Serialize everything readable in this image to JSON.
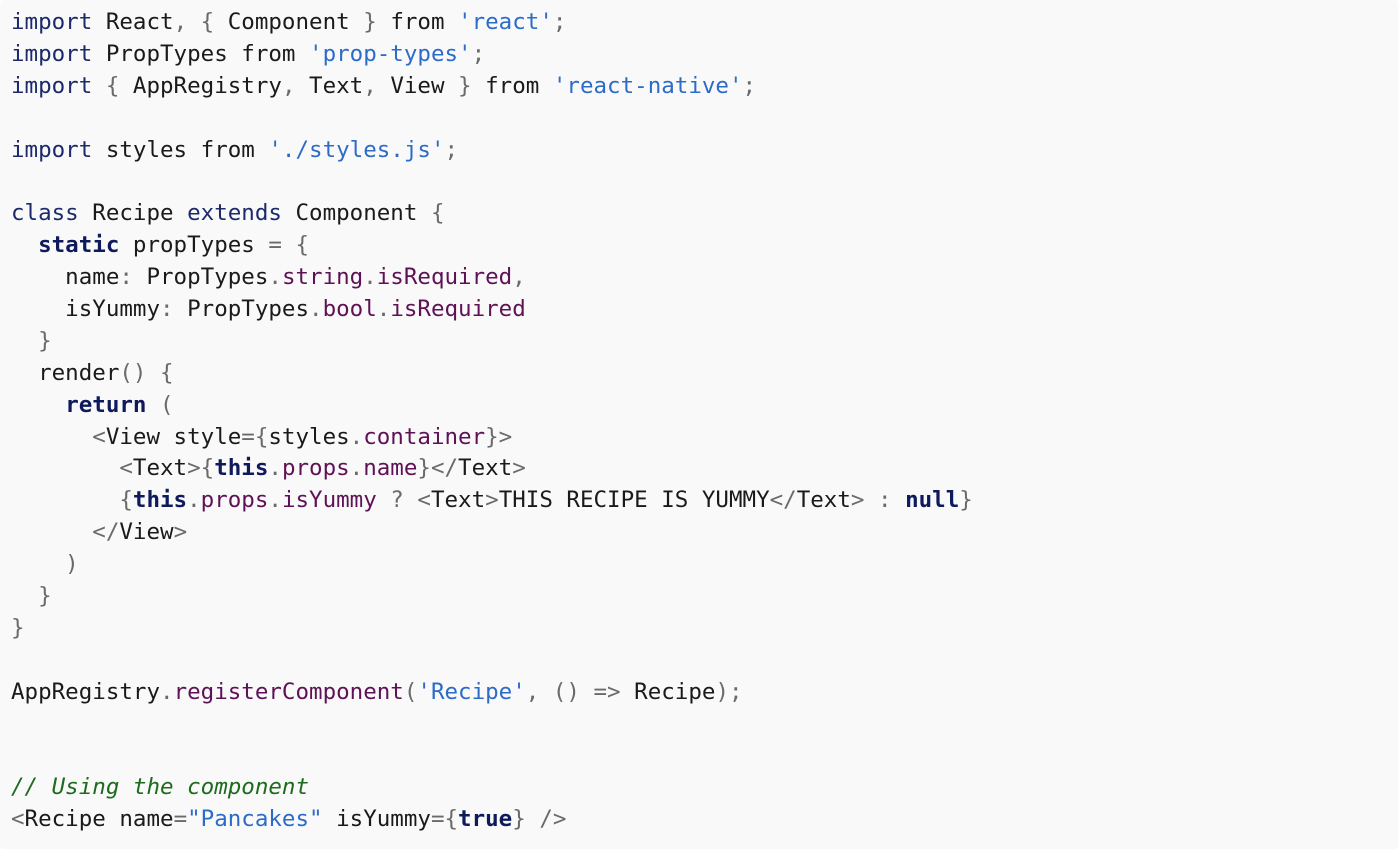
{
  "colors": {
    "background": "#f9f9fa",
    "keyword": "#1c2a6b",
    "keyword_bold": "#0f1a5c",
    "string": "#2c6bc8",
    "property": "#5e1255",
    "punctuation": "#6a6a6a",
    "plain": "#1a1a1a",
    "comment": "#1e6b1e"
  },
  "code": {
    "language": "javascript",
    "lines": [
      [
        {
          "t": "kw",
          "v": "import"
        },
        {
          "t": "plain",
          "v": " React"
        },
        {
          "t": "punc",
          "v": ", { "
        },
        {
          "t": "plain",
          "v": "Component"
        },
        {
          "t": "punc",
          "v": " } "
        },
        {
          "t": "plain",
          "v": "from "
        },
        {
          "t": "str",
          "v": "'react'"
        },
        {
          "t": "punc",
          "v": ";"
        }
      ],
      [
        {
          "t": "kw",
          "v": "import"
        },
        {
          "t": "plain",
          "v": " PropTypes from "
        },
        {
          "t": "str",
          "v": "'prop-types'"
        },
        {
          "t": "punc",
          "v": ";"
        }
      ],
      [
        {
          "t": "kw",
          "v": "import"
        },
        {
          "t": "punc",
          "v": " { "
        },
        {
          "t": "plain",
          "v": "AppRegistry"
        },
        {
          "t": "punc",
          "v": ", "
        },
        {
          "t": "plain",
          "v": "Text"
        },
        {
          "t": "punc",
          "v": ", "
        },
        {
          "t": "plain",
          "v": "View"
        },
        {
          "t": "punc",
          "v": " } "
        },
        {
          "t": "plain",
          "v": "from "
        },
        {
          "t": "str",
          "v": "'react-native'"
        },
        {
          "t": "punc",
          "v": ";"
        }
      ],
      [],
      [
        {
          "t": "kw",
          "v": "import"
        },
        {
          "t": "plain",
          "v": " styles from "
        },
        {
          "t": "str",
          "v": "'./styles.js'"
        },
        {
          "t": "punc",
          "v": ";"
        }
      ],
      [],
      [
        {
          "t": "kw",
          "v": "class"
        },
        {
          "t": "plain",
          "v": " Recipe "
        },
        {
          "t": "kw",
          "v": "extends"
        },
        {
          "t": "plain",
          "v": " Component "
        },
        {
          "t": "punc",
          "v": "{"
        }
      ],
      [
        {
          "t": "plain",
          "v": "  "
        },
        {
          "t": "kwb",
          "v": "static"
        },
        {
          "t": "plain",
          "v": " propTypes "
        },
        {
          "t": "punc",
          "v": "= {"
        }
      ],
      [
        {
          "t": "plain",
          "v": "    name"
        },
        {
          "t": "punc",
          "v": ": "
        },
        {
          "t": "plain",
          "v": "PropTypes"
        },
        {
          "t": "punc",
          "v": "."
        },
        {
          "t": "prop",
          "v": "string"
        },
        {
          "t": "punc",
          "v": "."
        },
        {
          "t": "prop",
          "v": "isRequired"
        },
        {
          "t": "punc",
          "v": ","
        }
      ],
      [
        {
          "t": "plain",
          "v": "    isYummy"
        },
        {
          "t": "punc",
          "v": ": "
        },
        {
          "t": "plain",
          "v": "PropTypes"
        },
        {
          "t": "punc",
          "v": "."
        },
        {
          "t": "prop",
          "v": "bool"
        },
        {
          "t": "punc",
          "v": "."
        },
        {
          "t": "prop",
          "v": "isRequired"
        }
      ],
      [
        {
          "t": "punc",
          "v": "  }"
        }
      ],
      [
        {
          "t": "plain",
          "v": "  render"
        },
        {
          "t": "punc",
          "v": "() {"
        }
      ],
      [
        {
          "t": "plain",
          "v": "    "
        },
        {
          "t": "kwb",
          "v": "return"
        },
        {
          "t": "punc",
          "v": " ("
        }
      ],
      [
        {
          "t": "punc",
          "v": "      <"
        },
        {
          "t": "plain",
          "v": "View style"
        },
        {
          "t": "punc",
          "v": "={"
        },
        {
          "t": "plain",
          "v": "styles"
        },
        {
          "t": "punc",
          "v": "."
        },
        {
          "t": "prop",
          "v": "container"
        },
        {
          "t": "punc",
          "v": "}>"
        }
      ],
      [
        {
          "t": "punc",
          "v": "        <"
        },
        {
          "t": "plain",
          "v": "Text"
        },
        {
          "t": "punc",
          "v": ">{"
        },
        {
          "t": "kwb",
          "v": "this"
        },
        {
          "t": "punc",
          "v": "."
        },
        {
          "t": "prop",
          "v": "props"
        },
        {
          "t": "punc",
          "v": "."
        },
        {
          "t": "prop",
          "v": "name"
        },
        {
          "t": "punc",
          "v": "}</"
        },
        {
          "t": "plain",
          "v": "Text"
        },
        {
          "t": "punc",
          "v": ">"
        }
      ],
      [
        {
          "t": "punc",
          "v": "        {"
        },
        {
          "t": "kwb",
          "v": "this"
        },
        {
          "t": "punc",
          "v": "."
        },
        {
          "t": "prop",
          "v": "props"
        },
        {
          "t": "punc",
          "v": "."
        },
        {
          "t": "prop",
          "v": "isYummy"
        },
        {
          "t": "punc",
          "v": " ? <"
        },
        {
          "t": "plain",
          "v": "Text"
        },
        {
          "t": "punc",
          "v": ">"
        },
        {
          "t": "plain",
          "v": "THIS RECIPE IS YUMMY"
        },
        {
          "t": "punc",
          "v": "</"
        },
        {
          "t": "plain",
          "v": "Text"
        },
        {
          "t": "punc",
          "v": "> : "
        },
        {
          "t": "kwb",
          "v": "null"
        },
        {
          "t": "punc",
          "v": "}"
        }
      ],
      [
        {
          "t": "punc",
          "v": "      </"
        },
        {
          "t": "plain",
          "v": "View"
        },
        {
          "t": "punc",
          "v": ">"
        }
      ],
      [
        {
          "t": "punc",
          "v": "    )"
        }
      ],
      [
        {
          "t": "punc",
          "v": "  }"
        }
      ],
      [
        {
          "t": "punc",
          "v": "}"
        }
      ],
      [],
      [
        {
          "t": "plain",
          "v": "AppRegistry"
        },
        {
          "t": "punc",
          "v": "."
        },
        {
          "t": "prop",
          "v": "registerComponent"
        },
        {
          "t": "punc",
          "v": "("
        },
        {
          "t": "str",
          "v": "'Recipe'"
        },
        {
          "t": "punc",
          "v": ", () => "
        },
        {
          "t": "plain",
          "v": "Recipe"
        },
        {
          "t": "punc",
          "v": ");"
        }
      ],
      [],
      [],
      [
        {
          "t": "com",
          "v": "// Using the component"
        }
      ],
      [
        {
          "t": "punc",
          "v": "<"
        },
        {
          "t": "plain",
          "v": "Recipe name"
        },
        {
          "t": "punc",
          "v": "="
        },
        {
          "t": "str",
          "v": "\"Pancakes\""
        },
        {
          "t": "plain",
          "v": " isYummy"
        },
        {
          "t": "punc",
          "v": "={"
        },
        {
          "t": "kwb",
          "v": "true"
        },
        {
          "t": "punc",
          "v": "} />"
        }
      ]
    ]
  }
}
